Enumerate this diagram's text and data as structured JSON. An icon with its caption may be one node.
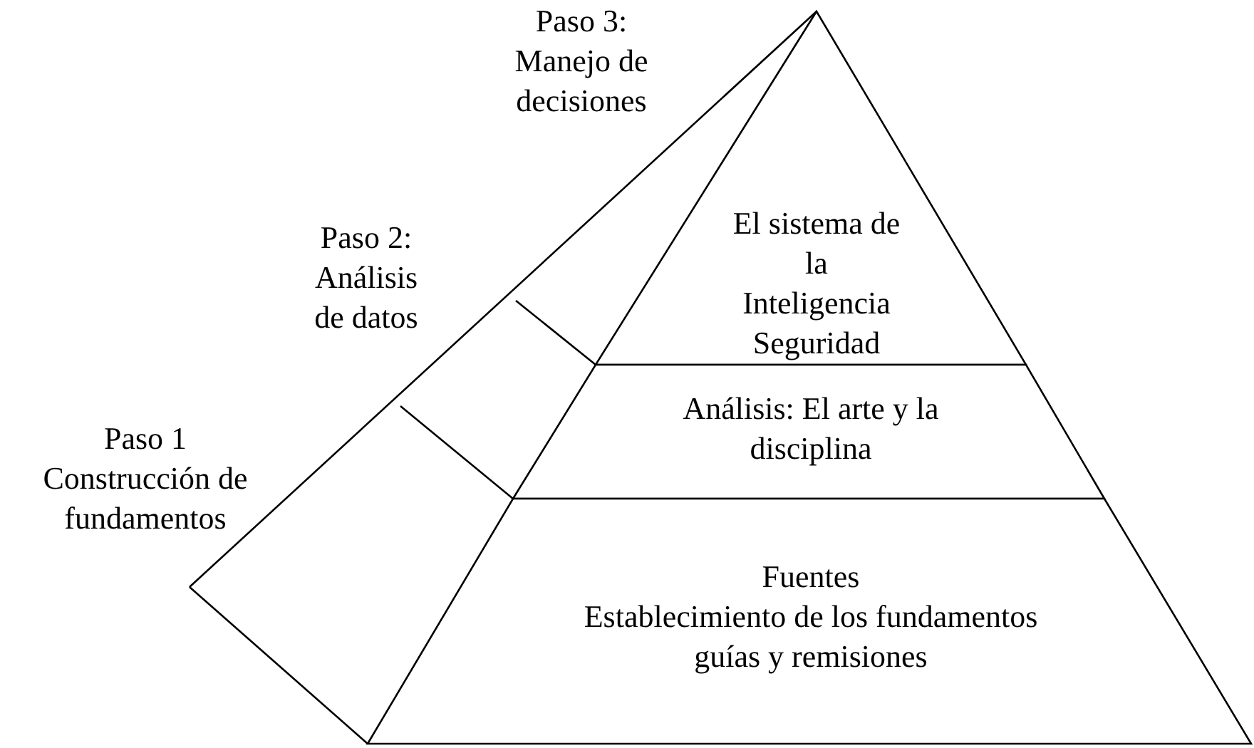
{
  "diagram": {
    "nodes": [
      {
        "text": [
          "El sistema de la Inteligencia Seguridad"
        ]
      },
      {
        "text": [
          "Análisis: El arte y la disciplina"
        ]
      },
      {
        "text": [
          "Fuentes",
          "Establecimiento de los fundamentos guías y remisiones"
        ]
      }
    ],
    "edges": [],
    "labels": [
      "Paso 3: Manejo de decisiones",
      "Paso 2: Análisis de datos",
      "Paso 1 Construcción de fundamentos"
    ]
  }
}
